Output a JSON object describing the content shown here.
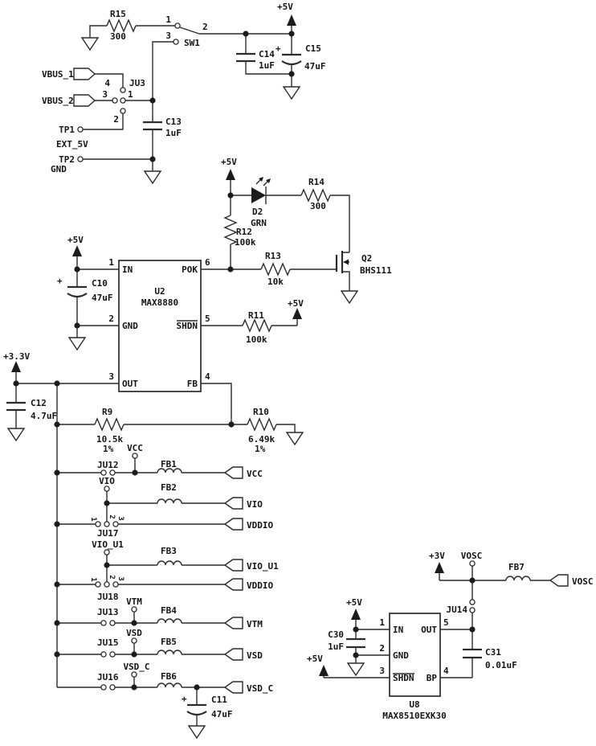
{
  "colors": {
    "line": "#2b2b2b",
    "text": "#141414",
    "bg": "#ffffff"
  },
  "schematic": {
    "power": {
      "p5v": "+5V",
      "p3v3": "+3.3V",
      "p3v": "+3V",
      "plus": "+"
    },
    "pin_numbers": {
      "n1": "1",
      "n2": "2",
      "n3": "3",
      "n4": "4",
      "n5": "5",
      "n6": "6"
    },
    "resistors": {
      "r9": {
        "ref": "R9",
        "val": "10.5k",
        "tol": "1%"
      },
      "r10": {
        "ref": "R10",
        "val": "6.49k",
        "tol": "1%"
      },
      "r11": {
        "ref": "R11",
        "val": "100k"
      },
      "r12": {
        "ref": "R12",
        "val": "100k"
      },
      "r13": {
        "ref": "R13",
        "val": "10k"
      },
      "r14": {
        "ref": "R14",
        "val": "300"
      },
      "r15": {
        "ref": "R15",
        "val": "300"
      }
    },
    "capacitors": {
      "c10": {
        "ref": "C10",
        "val": "47uF"
      },
      "c11": {
        "ref": "C11",
        "val": "47uF"
      },
      "c12": {
        "ref": "C12",
        "val": "4.7uF"
      },
      "c13": {
        "ref": "C13",
        "val": "1uF"
      },
      "c14": {
        "ref": "C14",
        "val": "1uF"
      },
      "c15": {
        "ref": "C15",
        "val": "47uF"
      },
      "c30": {
        "ref": "C30",
        "val": "1uF"
      },
      "c31": {
        "ref": "C31",
        "val": "0.01uF"
      }
    },
    "ferrite_beads": {
      "fb1": "FB1",
      "fb2": "FB2",
      "fb3": "FB3",
      "fb4": "FB4",
      "fb5": "FB5",
      "fb6": "FB6",
      "fb7": "FB7"
    },
    "jumpers": {
      "ju3": "JU3",
      "ju12": "JU12",
      "ju13": "JU13",
      "ju14": "JU14",
      "ju15": "JU15",
      "ju16": "JU16",
      "ju17": "JU17",
      "ju18": "JU18"
    },
    "switch": {
      "ref": "SW1"
    },
    "led": {
      "ref": "D2",
      "val": "GRN"
    },
    "transistor": {
      "ref": "Q2",
      "val": "BHS111"
    },
    "u2": {
      "ref": "U2",
      "part": "MAX8880",
      "in": "IN",
      "gnd": "GND",
      "out": "OUT",
      "pok": "POK",
      "shdn": "SHDN",
      "fb": "FB"
    },
    "u8": {
      "ref": "U8",
      "part": "MAX8510EXK30",
      "in": "IN",
      "gnd": "GND",
      "shdn": "SHDN",
      "out": "OUT",
      "bp": "BP"
    },
    "nets": {
      "vbus1": "VBUS_1",
      "vbus2": "VBUS_2",
      "ext5v": "EXT_5V",
      "tp1": "TP1",
      "tp2": "TP2",
      "gnd": "GND",
      "vcc": "VCC",
      "vio": "VIO",
      "vddio": "VDDIO",
      "vio_u1": "VIO_U1",
      "vtm": "VTM",
      "vsd": "VSD",
      "vsd_c": "VSD_C",
      "vosc": "VOSC"
    }
  }
}
